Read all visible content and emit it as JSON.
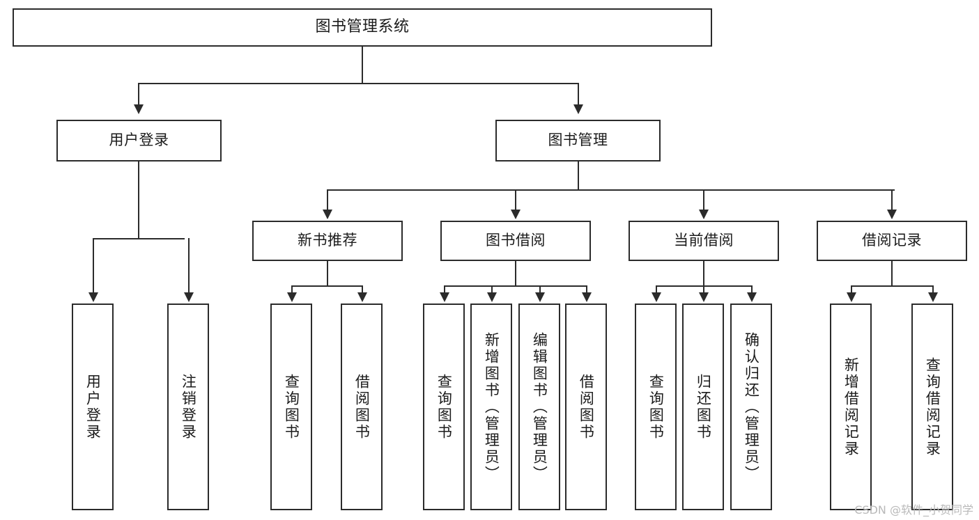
{
  "diagram": {
    "title": "图书管理系统",
    "type": "tree",
    "root": {
      "id": "root",
      "label": "图书管理系统"
    },
    "level1": [
      {
        "id": "user-login",
        "label": "用户登录"
      },
      {
        "id": "book-manage",
        "label": "图书管理"
      }
    ],
    "level2": [
      {
        "id": "new-book-rec",
        "label": "新书推荐",
        "parent": "book-manage"
      },
      {
        "id": "book-borrow",
        "label": "图书借阅",
        "parent": "book-manage"
      },
      {
        "id": "current-borrow",
        "label": "当前借阅",
        "parent": "book-manage"
      },
      {
        "id": "borrow-record",
        "label": "借阅记录",
        "parent": "book-manage"
      }
    ],
    "leaves": {
      "user-login": [
        {
          "id": "leaf-user-login",
          "label": "用户登录"
        },
        {
          "id": "leaf-logout",
          "label": "注销登录"
        }
      ],
      "new-book-rec": [
        {
          "id": "leaf-query-book-1",
          "label": "查询图书"
        },
        {
          "id": "leaf-borrow-book-1",
          "label": "借阅图书"
        }
      ],
      "book-borrow": [
        {
          "id": "leaf-query-book-2",
          "label": "查询图书"
        },
        {
          "id": "leaf-add-book",
          "label": "新增图书（管理员）"
        },
        {
          "id": "leaf-edit-book",
          "label": "编辑图书（管理员）"
        },
        {
          "id": "leaf-borrow-book-2",
          "label": "借阅图书"
        }
      ],
      "current-borrow": [
        {
          "id": "leaf-query-book-3",
          "label": "查询图书"
        },
        {
          "id": "leaf-return-book",
          "label": "归还图书"
        },
        {
          "id": "leaf-confirm-return",
          "label": "确认归还（管理员）"
        }
      ],
      "borrow-record": [
        {
          "id": "leaf-add-record",
          "label": "新增借阅记录"
        },
        {
          "id": "leaf-query-record",
          "label": "查询借阅记录"
        }
      ]
    }
  },
  "watermark": {
    "text": "CSDN @软件_小贺同学"
  },
  "colors": {
    "stroke": "#2b2b2b",
    "fill": "#ffffff",
    "text": "#1b1b1b",
    "watermark": "#b9b9b9"
  }
}
